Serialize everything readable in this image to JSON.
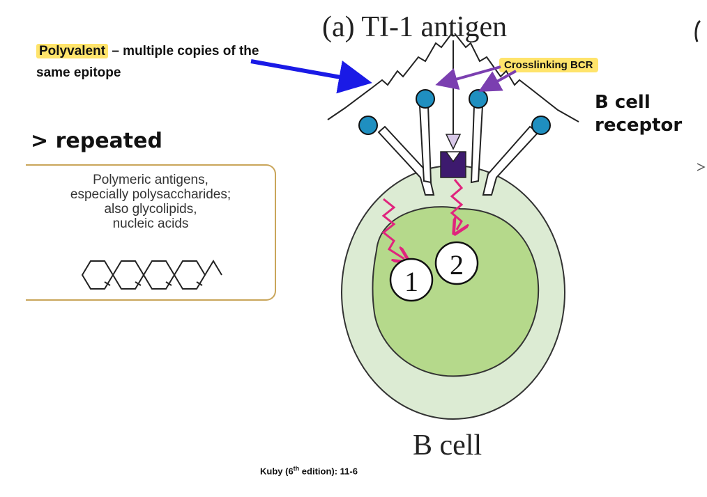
{
  "figure": {
    "title": "(a)  TI-1 antigen",
    "cell_label": "B cell",
    "nucleus_markers": [
      "1",
      "2"
    ]
  },
  "annotations": {
    "polyvalent_keyword": "Polyvalent",
    "polyvalent_rest": " – multiple copies of the same epitope",
    "handwritten_repeated": "> repeated",
    "crosslinking_label": "Crosslinking BCR",
    "handwritten_bcell": "B cell",
    "handwritten_receptor": "receptor"
  },
  "info_box": {
    "lines": [
      "Polymeric antigens,",
      "especially polysaccharides;",
      "also glycolipids,",
      "nucleic acids"
    ]
  },
  "citation": {
    "prefix": "Kuby (6",
    "sup": "th",
    "suffix": " edition): 11-6"
  },
  "colors": {
    "highlight": "#ffe46b",
    "blue_arrow": "#1a1ae6",
    "purple_arrow": "#7b3fb0",
    "receptor_head": "#1f8fc0",
    "cell_outer": "#dcebd3",
    "cell_inner": "#b5d98b",
    "signal": "#e0247d",
    "tlr": "#3d1a6e",
    "box_border": "#c9a55a"
  }
}
